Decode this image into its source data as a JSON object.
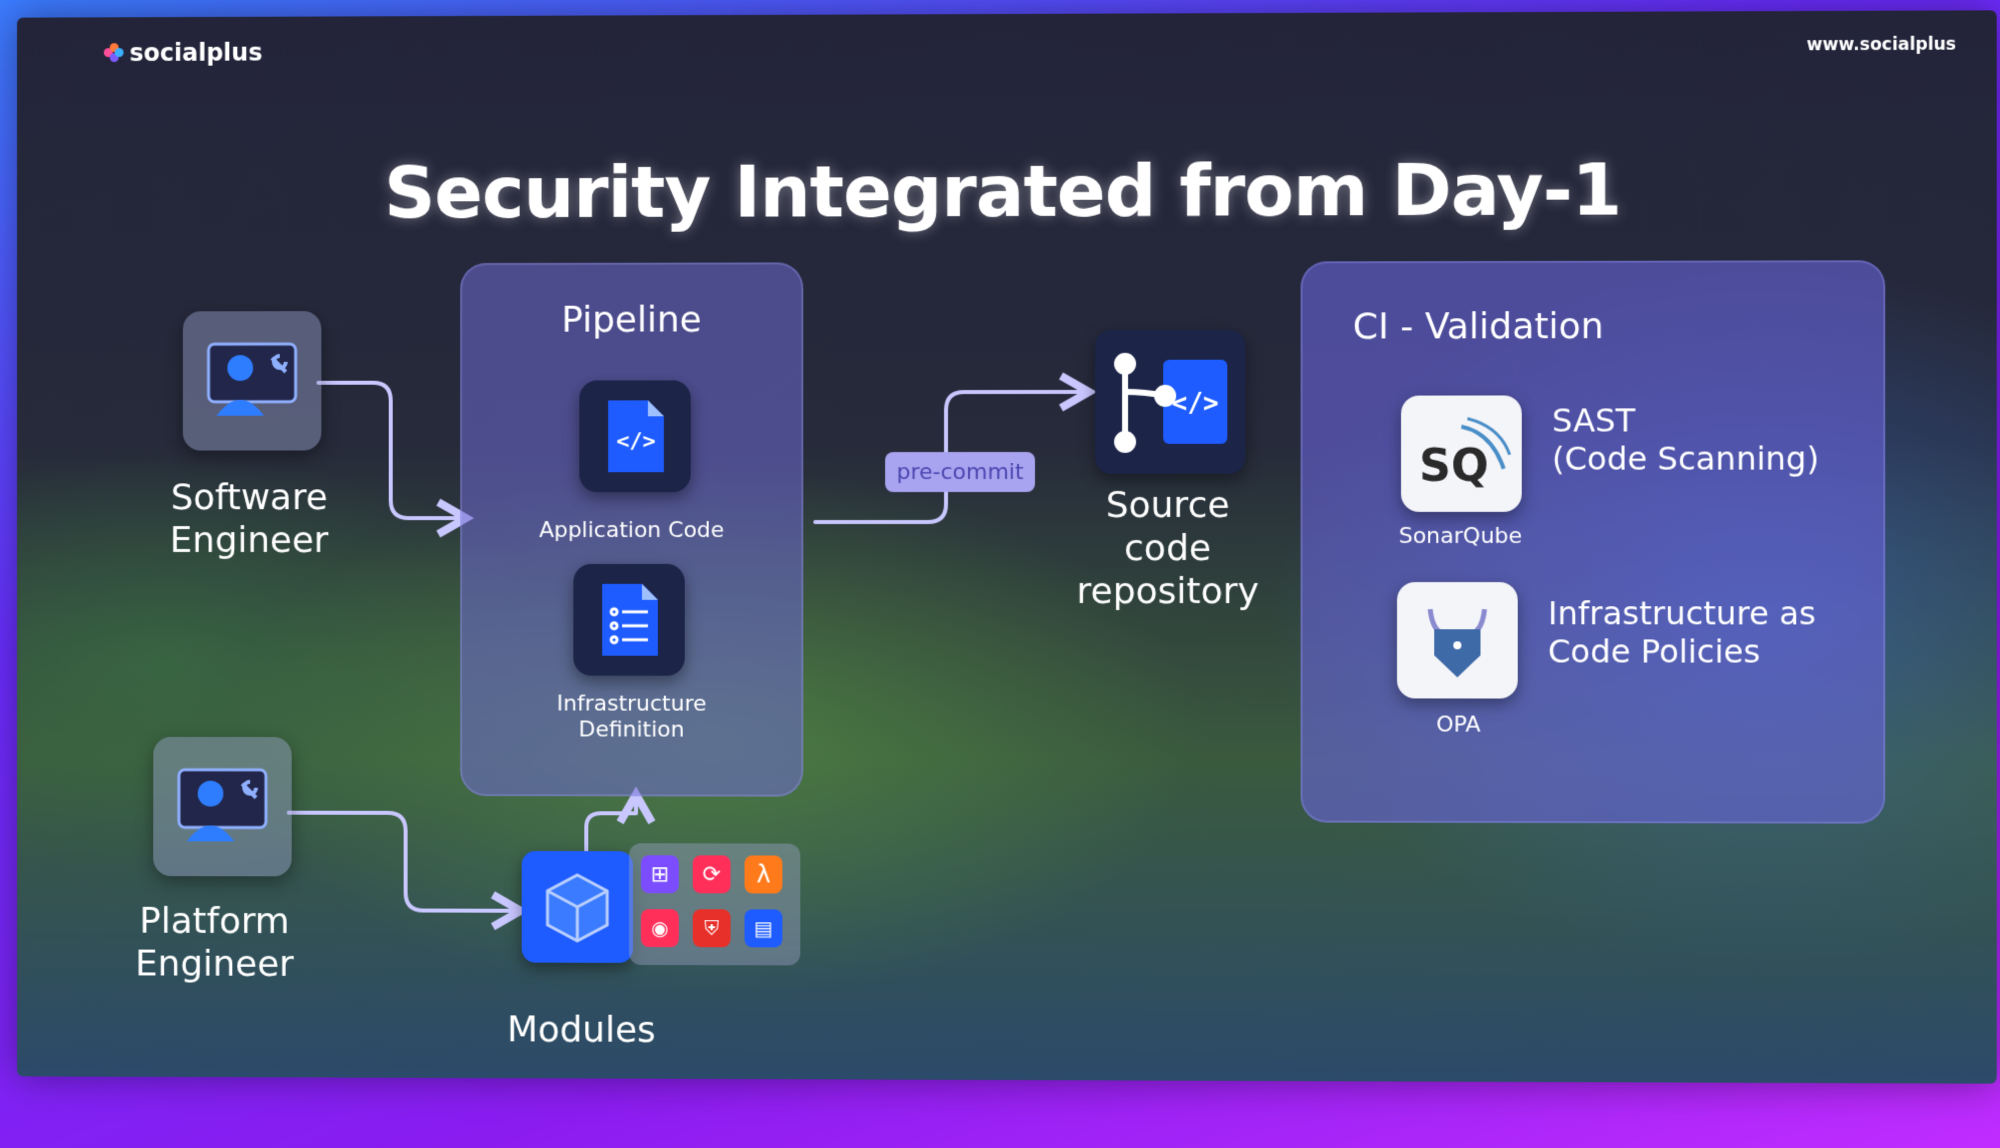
{
  "header": {
    "brand": "socialplus",
    "url": "www.socialplus"
  },
  "title": "Security Integrated from Day-1",
  "actors": {
    "software_engineer": "Software\nEngineer",
    "platform_engineer": "Platform\nEngineer"
  },
  "pipeline": {
    "heading": "Pipeline",
    "items": [
      "Application Code",
      "Infrastructure\nDefinition"
    ]
  },
  "modules": {
    "label": "Modules"
  },
  "precommit": "pre-commit",
  "repository": {
    "label": "Source\ncode\nrepository"
  },
  "ci": {
    "heading": "CI - Validation",
    "tools": [
      {
        "name": "SonarQube",
        "logo_text": "SQ",
        "description": "SAST\n(Code Scanning)"
      },
      {
        "name": "OPA",
        "description": "Infrastructure as\nCode Policies"
      }
    ]
  },
  "colors": {
    "accent_blue": "#1e5cff",
    "card": "#6e69d2",
    "pill": "#a8a4ef"
  },
  "icons": [
    "socialplus-logo-icon",
    "person-wrench-icon",
    "code-file-icon",
    "list-file-icon",
    "module-cube-icon",
    "git-branch-code-icon",
    "sonarqube-icon",
    "opa-icon"
  ]
}
